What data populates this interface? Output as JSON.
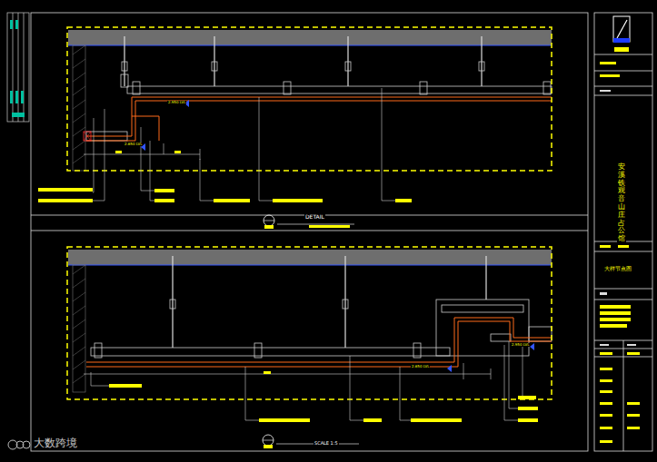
{
  "diagram": {
    "labels": [
      "DETAIL",
      "SCALE 1:5",
      "安溪铁观音山庄占公馆",
      "大样节点图",
      "大数跨境",
      "2.950 LVL",
      "2.650 LVL",
      "2.650 LVL",
      "2.950 LVL"
    ]
  }
}
